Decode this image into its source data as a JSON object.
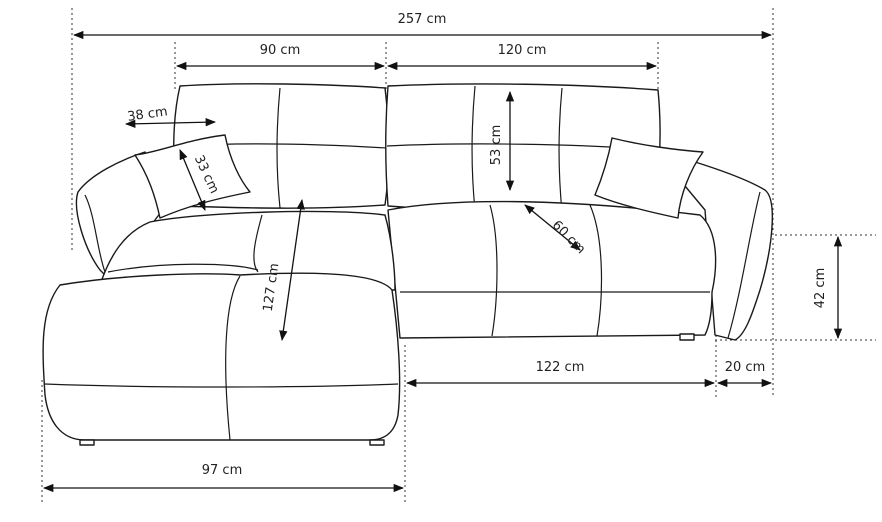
{
  "dimensions": {
    "total_width": "257 cm",
    "back_left_width": "90 cm",
    "back_right_width": "120 cm",
    "pillow_width": "38 cm",
    "pillow_height": "33 cm",
    "back_cushion_height": "53 cm",
    "seat_depth": "60 cm",
    "seat_height": "42 cm",
    "chaise_length": "127 cm",
    "seat_width": "122 cm",
    "armrest_width": "20 cm",
    "chaise_width": "97 cm"
  }
}
